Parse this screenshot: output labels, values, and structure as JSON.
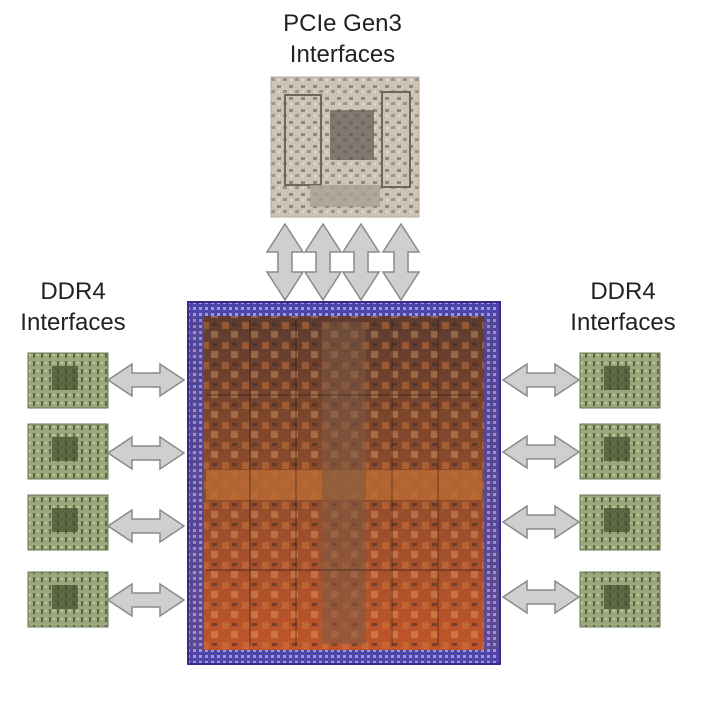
{
  "pcie_label": {
    "line1": "PCIe Gen3",
    "line2": "Interfaces"
  },
  "ddr_left_label": {
    "line1": "DDR4",
    "line2": "Interfaces"
  },
  "ddr_right_label": {
    "line1": "DDR4",
    "line2": "Interfaces"
  },
  "colors": {
    "arrow_fill": "#cfcfcf",
    "arrow_stroke": "#8a8a8a",
    "pcie_die": "#c9c0b3",
    "ddr_die": "#8c9a6e",
    "main_die_top": "#6a4a3a",
    "main_die_bottom": "#b8542a",
    "die_edge": "#5b4fb8"
  },
  "counts": {
    "pcie_arrows": 4,
    "ddr_per_side": 4
  }
}
